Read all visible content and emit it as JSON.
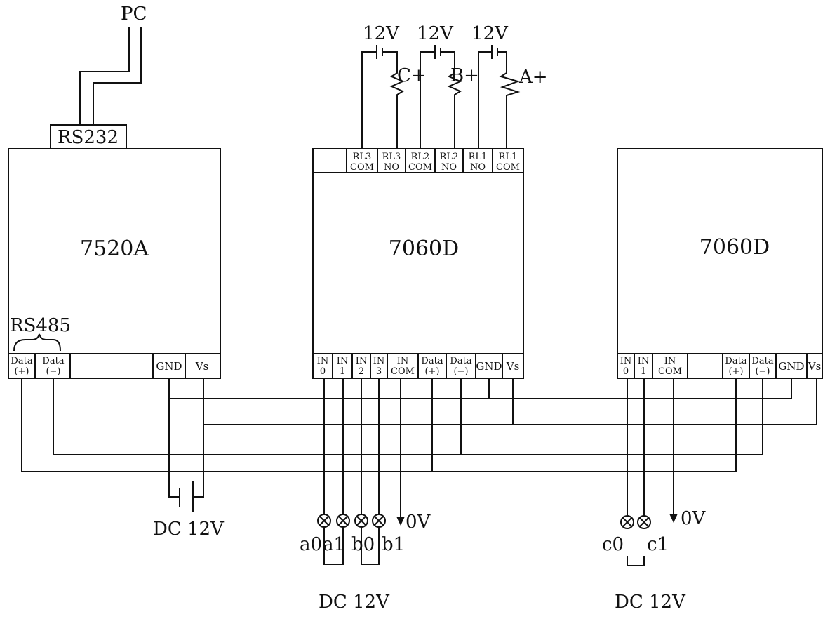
{
  "modules": {
    "m7520": {
      "title": "7520A",
      "rs232": "RS232",
      "rs485": "RS485"
    },
    "m7060a": {
      "title": "7060D"
    },
    "m7060b": {
      "title": "7060D"
    }
  },
  "labels": {
    "pc": "PC",
    "dc_power": "DC 12V",
    "dc_a": "DC 12V",
    "dc_c": "DC 12V",
    "zero_v_a": "0V",
    "zero_v_c": "0V",
    "v12_c": "12V",
    "v12_b": "12V",
    "v12_a": "12V",
    "coil_c": "C+",
    "coil_b": "B+",
    "coil_a": "A+",
    "a0": "a0",
    "a1": "a1",
    "b0": "b0",
    "b1": "b1",
    "c0": "c0",
    "c1": "c1"
  },
  "terminals": {
    "m7520": {
      "data_plus": [
        "Data",
        "(+)"
      ],
      "data_minus": [
        "Data",
        "(−)"
      ],
      "gnd": "GND",
      "vs": "Vs"
    },
    "m7060a_top": {
      "rl3com": [
        "RL3",
        "COM"
      ],
      "rl3no": [
        "RL3",
        "NO"
      ],
      "rl2com": [
        "RL2",
        "COM"
      ],
      "rl2no": [
        "RL2",
        "NO"
      ],
      "rl1no": [
        "RL1",
        "NO"
      ],
      "rl1com": [
        "RL1",
        "COM"
      ]
    },
    "m7060a_bottom": {
      "in0": [
        "IN",
        "0"
      ],
      "in1": [
        "IN",
        "1"
      ],
      "in2": [
        "IN",
        "2"
      ],
      "in3": [
        "IN",
        "3"
      ],
      "incom": [
        "IN",
        "COM"
      ],
      "data_plus": [
        "Data",
        "(+)"
      ],
      "data_minus": [
        "Data",
        "(−)"
      ],
      "gnd": "GND",
      "vs": "Vs"
    },
    "m7060b_bottom": {
      "in0": [
        "IN",
        "0"
      ],
      "in1": [
        "IN",
        "1"
      ],
      "incom": [
        "IN",
        "COM"
      ],
      "data_plus": [
        "Data",
        "(+)"
      ],
      "data_minus": [
        "Data",
        "(−)"
      ],
      "gnd": "GND",
      "vs": "Vs"
    }
  }
}
